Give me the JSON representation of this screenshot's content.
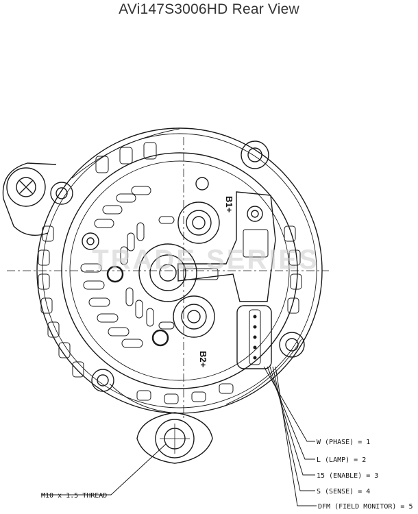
{
  "title": "AVi147S3006HD Rear View",
  "terminals": {
    "b1": "B1+",
    "b2": "B2+"
  },
  "pins": [
    {
      "label": "W (PHASE) = 1"
    },
    {
      "label": "L (LAMP) = 2"
    },
    {
      "label": "15 (ENABLE) = 3"
    },
    {
      "label": "S (SENSE) = 4"
    },
    {
      "label": "DFM (FIELD MONITOR) = 5"
    }
  ],
  "thread_label": "M10 x 1.5 THREAD",
  "watermark": "TRADE SERIES",
  "colors": {
    "line": "#1a1a1a",
    "watermark": "#cfcfcf"
  }
}
